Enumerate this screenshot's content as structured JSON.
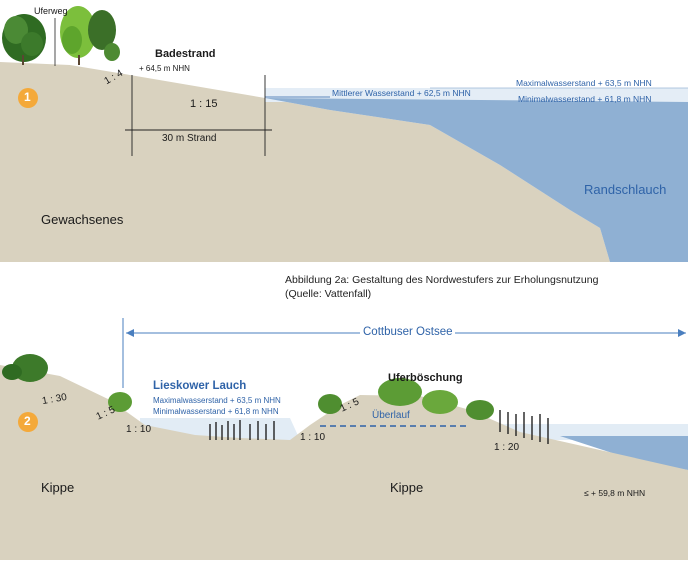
{
  "panel1": {
    "badge": "1",
    "label_uferweg": "Uferweg",
    "label_badestrand": "Badestrand",
    "level_badestrand": "+ 64,5 m NHN",
    "slope_1_4": "1 : 4",
    "slope_1_15": "1 : 15",
    "strand_width": "30 m Strand",
    "level_mittlerer": "Mittlerer Wasserstand + 62,5 m NHN",
    "level_max": "Maximalwasserstand + 63,5 m NHN",
    "level_min": "Minimalwasserstand + 61,8 m NHN",
    "label_randschlauch": "Randschlauch",
    "label_gewachsenes": "Gewachsenes"
  },
  "caption": {
    "line1": "Abbildung 2a: Gestaltung des Nordwestufers zur Erholungsnutzung",
    "line2": "(Quelle: Vattenfall)"
  },
  "panel2": {
    "badge": "2",
    "label_cottbuser": "Cottbuser Ostsee",
    "label_lieskower": "Lieskower Lauch",
    "level_max": "Maximalwasserstand   + 63,5 m NHN",
    "level_min": "Minimalwasserstand   + 61,8 m NHN",
    "label_ueferboeschung": "Uferböschung",
    "label_ueberlauf": "Überlauf",
    "slope_1_30": "1 : 30",
    "slope_1_5a": "1 : 5",
    "slope_1_10a": "1 : 10",
    "slope_1_5b": "1 : 5",
    "slope_1_10b": "1 : 10",
    "slope_1_20": "1 : 20",
    "label_kippe_left": "Kippe",
    "label_kippe_right": "Kippe",
    "level_bottom": "≤ + 59,8 m NHN"
  },
  "colors": {
    "ground": "#d9d2bf",
    "water_light": "#dfe9f3",
    "water_deep": "#8fb0d3",
    "label_blue": "#2f63a8",
    "badge": "#f4a93a"
  }
}
